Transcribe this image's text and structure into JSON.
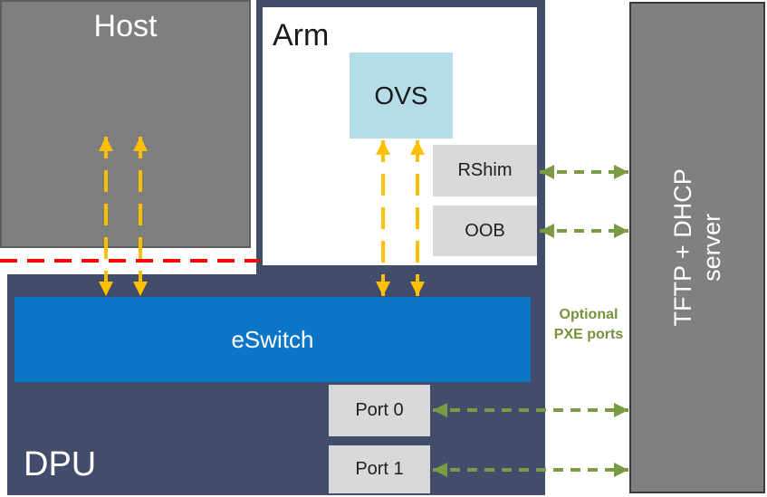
{
  "diagram": {
    "host": {
      "label": "Host"
    },
    "dpu": {
      "label": "DPU"
    },
    "arm": {
      "label": "Arm"
    },
    "ovs": {
      "label": "OVS"
    },
    "rshim": {
      "label": "RShim"
    },
    "oob": {
      "label": "OOB"
    },
    "eswitch": {
      "label": "eSwitch"
    },
    "ports": [
      {
        "label": "Port 0"
      },
      {
        "label": "Port 1"
      }
    ],
    "server": {
      "line1": "TFTP + DHCP",
      "line2": "server"
    },
    "pxe_note": {
      "line1": "Optional",
      "line2": "PXE ports"
    },
    "colors": {
      "dpu_navy": "#414d6b",
      "host_gray": "#7f7f7f",
      "server_gray": "#808080",
      "light_gray_box": "#d9d9d9",
      "eswitch_blue": "#0b76c7",
      "ovs_light_blue": "#b5dde8",
      "arrow_yellow": "#ffc000",
      "arrow_green": "#7a9b44",
      "pxe_text_green": "#76923c",
      "divider_red": "#ff0000"
    },
    "connections": [
      {
        "from": "Host",
        "to": "eSwitch",
        "style": "yellow-dashed-double-arrow",
        "count": 2
      },
      {
        "from": "OVS",
        "to": "eSwitch",
        "style": "yellow-dashed-double-arrow",
        "count": 2
      },
      {
        "from": "RShim",
        "to": "TFTP + DHCP server",
        "style": "green-dashed-double-arrow"
      },
      {
        "from": "OOB",
        "to": "TFTP + DHCP server",
        "style": "green-dashed-double-arrow"
      },
      {
        "from": "Port 0",
        "to": "TFTP + DHCP server",
        "style": "green-dashed-double-arrow"
      },
      {
        "from": "Port 1",
        "to": "TFTP + DHCP server",
        "style": "green-dashed-double-arrow"
      },
      {
        "between": "Host and DPU",
        "style": "red-dashed-divider"
      }
    ]
  }
}
